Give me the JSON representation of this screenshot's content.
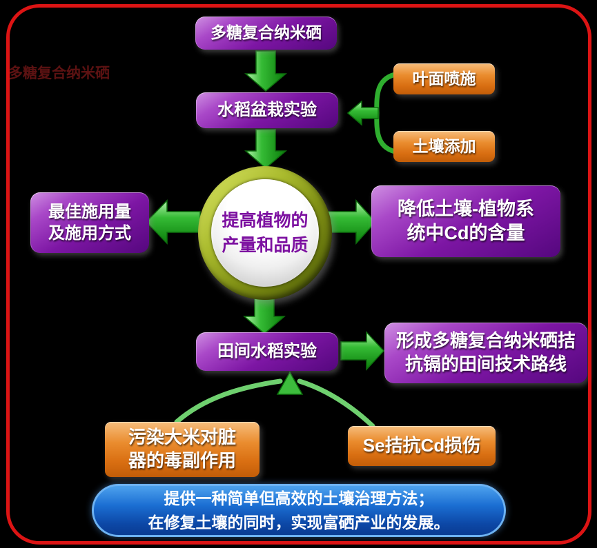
{
  "diagram": {
    "watermark": "多糖复合纳米硒",
    "top_node": "多糖复合纳米硒",
    "pot_experiment": "水稻盆栽实验",
    "foliar_spray": "叶面喷施",
    "soil_addition": "土壤添加",
    "center_circle": "提高植物的\n产量和品质",
    "optimal_application": "最佳施用量\n及施用方式",
    "reduce_cd": "降低土壤-植物系\n统中Cd的含量",
    "field_experiment": "田间水稻实验",
    "field_route": "形成多糖复合纳米硒拮\n抗镉的田间技术路线",
    "rice_toxicity": "污染大米对脏\n器的毒副作用",
    "se_antagonize": "Se拮抗Cd损伤",
    "conclusion": "提供一种简单但高效的土壤治理方法；\n在修复土壤的同时，实现富硒产业的发展。"
  },
  "colors": {
    "background": "#000000",
    "frame_border": "#dc1414",
    "purple_box": "#7d16a4",
    "orange_box": "#e07818",
    "green_arrow": "#2db52d",
    "circle_ring": "#98aa1e",
    "circle_text": "#7c10a0",
    "conclusion_blue": "#1565c8"
  }
}
